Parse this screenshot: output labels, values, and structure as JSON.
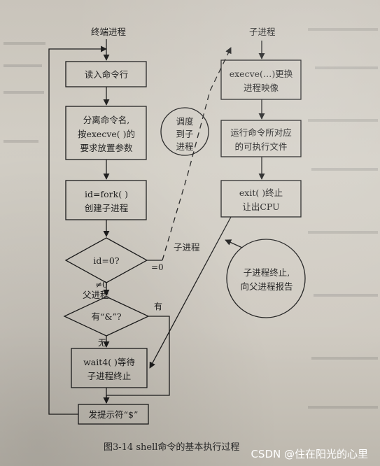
{
  "diagram": {
    "label_terminal_process": "终端进程",
    "label_child_process_top": "子进程",
    "box_read_command": "读入命令行",
    "box_split_line1": "分离命令名,",
    "box_split_line2": "按execve( )的",
    "box_split_line3": "要求放置参数",
    "box_fork_line1": "id=fork( )",
    "box_fork_line2": "创建子进程",
    "decision_id": "id=0?",
    "label_eq0": "=0",
    "label_neq0": "≠0",
    "label_parent_process": "父进程",
    "label_child_process_mid": "子进程",
    "decision_amp": "有“&”?",
    "label_yes": "有",
    "label_no": "无",
    "box_wait_line1": "wait4( )等待",
    "box_wait_line2": "子进程终止",
    "box_prompt": "发提示符“$”",
    "circle_schedule_line1": "调度",
    "circle_schedule_line2": "到子",
    "circle_schedule_line3": "进程",
    "box_execve_line1": "execve(…)更换",
    "box_execve_line2": "进程映像",
    "box_run_line1": "运行命令所对应",
    "box_run_line2": "的可执行文件",
    "box_exit_line1": "exit( )终止",
    "box_exit_line2": "让出CPU",
    "circle_report_line1": "子进程终止,",
    "circle_report_line2": "向父进程报告",
    "caption": "图3-14  shell命令的基本执行过程",
    "watermark": "CSDN @住在阳光的心里"
  }
}
